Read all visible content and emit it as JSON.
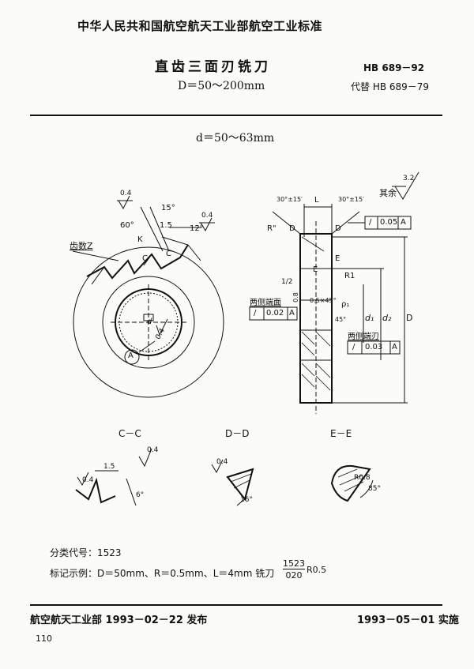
{
  "header": {
    "standard_org": "中华人民共和国航空航天工业部航空工业标准",
    "title": "直齿三面刃铣刀",
    "range": "D＝50～200mm",
    "std_no": "HB 689－92",
    "replaces": "代替 HB 689－79"
  },
  "section": {
    "subtitle": "d＝50～63mm"
  },
  "drawing": {
    "left": {
      "tooth_count": "齿数Z",
      "roughness_a": "0.4",
      "roughness_b": "0.4",
      "roughness_c": "0.4",
      "angle_60": "60°",
      "angle_15": "15°",
      "angle_12": "12°",
      "dim_1_5": "1.5",
      "letter_k": "K",
      "letter_c1": "C",
      "letter_c2": "C",
      "letter_d": "d",
      "letter_a": "A"
    },
    "right": {
      "rest": "其余",
      "roughness_rest": "3.2",
      "angle_left": "30°±15′",
      "angle_right": "30°±15′",
      "dim_l": "L",
      "r_top": "R\"",
      "letter_d1": "D",
      "letter_d2": "D",
      "letter_e1": "E",
      "letter_e2": "E",
      "r1": "R1",
      "half": "1/2",
      "chamfer": "0.5×45°",
      "roughness_0_8": "0.8",
      "label_both_ends": "两侧端面",
      "tol1_sym": "/",
      "tol1_val": "0.02",
      "tol1_ref": "A",
      "label_both_edges": "两侧端刃",
      "tol2_sym": "/",
      "tol2_val": "0.03",
      "tol2_ref": "A",
      "tol3_sym": "/",
      "tol3_val": "0.05",
      "tol3_ref": "A",
      "dim_d1": "d₁",
      "dim_d2": "d₂",
      "dim_D": "D",
      "rho": "ρ₁",
      "angle_45": "45°"
    },
    "sections": {
      "cc_label": "C－C",
      "dd_label": "D－D",
      "ee_label": "E－E",
      "cc_dim": "1.5",
      "cc_rough1": "0.4",
      "cc_rough2": "0.4",
      "cc_angle": "6°",
      "dd_rough": "0.4",
      "dd_angle": "16°",
      "ee_radius": "R0.8",
      "ee_angle": "85°"
    }
  },
  "notes": {
    "class_code": "分类代号：1523",
    "marking_example": "标记示例：D＝50mm、R＝0.5mm、L＝4mm 铣刀",
    "fraction_num": "1523",
    "fraction_den": "020",
    "fraction_suffix": "R0.5"
  },
  "footer": {
    "issued": "航空航天工业部 1993－02－22 发布",
    "effective": "1993－05－01 实施",
    "page": "110"
  }
}
